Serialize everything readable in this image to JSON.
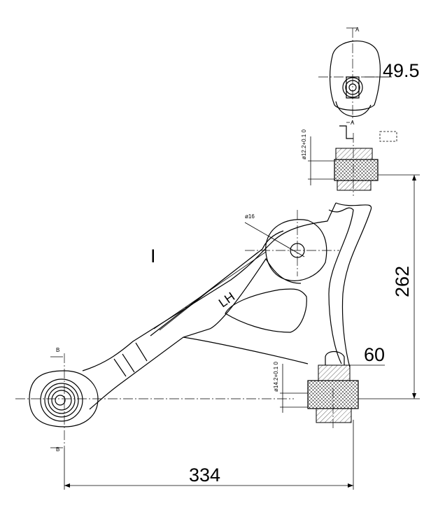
{
  "drawing": {
    "view_label": "I",
    "side_mark": "LH",
    "section_mark_a": "A",
    "section_mark_b": "B",
    "dimensions": {
      "ball_joint_dia": "49.5",
      "height": "262",
      "rear_bush_width": "60",
      "length": "334",
      "hole_dia": "ø16",
      "front_bush_bore": "ø12.2+0.1 0",
      "rear_bush_bore": "ø14.2+0.1 0"
    }
  }
}
